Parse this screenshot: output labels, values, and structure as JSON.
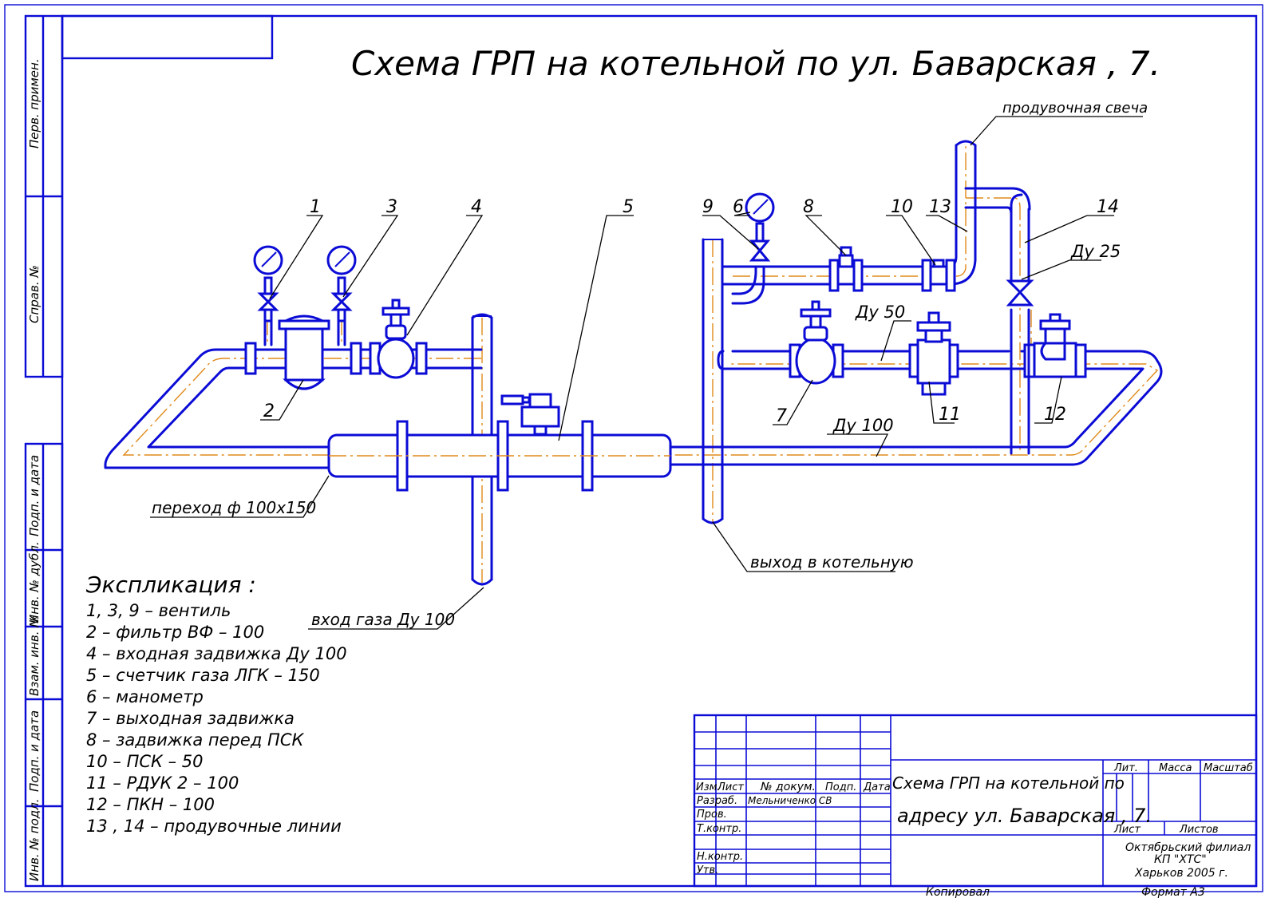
{
  "title": "Схема ГРП на котельной по ул. Баварская , 7.",
  "side_labels": [
    "Перв. примен.",
    "Справ. №",
    "Подп. и дата",
    "Инв. № дубл.",
    "Взам. инв. №",
    "Подп. и дата",
    "Инв. № подл."
  ],
  "callouts": {
    "n1": "1",
    "n2": "2",
    "n3": "3",
    "n4": "4",
    "n5": "5",
    "n6": "6",
    "n7": "7",
    "n8": "8",
    "n9": "9",
    "n10": "10",
    "n11": "11",
    "n12": "12",
    "n13": "13",
    "n14": "14",
    "purge": "продувочная свеча",
    "du25": "Ду 25",
    "du50": "Ду 50",
    "du100": "Ду 100",
    "transition": "переход ф 100х150",
    "gas_in": "вход газа Ду 100",
    "outlet": "выход в котельную"
  },
  "explication": {
    "heading": "Экспликация :",
    "items": [
      "1, 3, 9 – вентиль",
      "2 – фильтр ВФ – 100",
      "4 – входная задвижка Ду 100",
      "5 – счетчик газа ЛГК – 150",
      "6 – манометр",
      "7 – выходная задвижка",
      "8 – задвижка перед ПСК",
      "10 – ПСК – 50",
      "11 – РДУК 2 – 100",
      "12 – ПКН – 100",
      "13 , 14 – продувочные линии"
    ]
  },
  "title_block": {
    "headers": [
      "Изм.",
      "Лист",
      "№ докум.",
      "Подп.",
      "Дата"
    ],
    "roles": [
      "Разраб.",
      "Пров.",
      "Т.контр.",
      "Н.контр.",
      "Утв."
    ],
    "developer": "Мельниченко СВ",
    "doc_title_1": "Схема ГРП на котельной по",
    "doc_title_2": "адресу ул. Баварская , 7.",
    "lit": "Лит.",
    "mass": "Масса",
    "scale": "Масштаб",
    "sheet": "Лист",
    "sheets": "Листов",
    "org_1": "Октябрьский филиал",
    "org_2": "КП \"ХТС\"",
    "org_3": "Харьков 2005 г.",
    "copied": "Копировал",
    "format": "Формат А3"
  },
  "colors": {
    "drawing": "#0b0bd6",
    "axis": "#e08a1a",
    "text": "#000000"
  },
  "icons": [
    "pressure-gauge-icon",
    "valve-icon",
    "gate-valve-icon",
    "filter-icon",
    "gas-meter-icon"
  ]
}
